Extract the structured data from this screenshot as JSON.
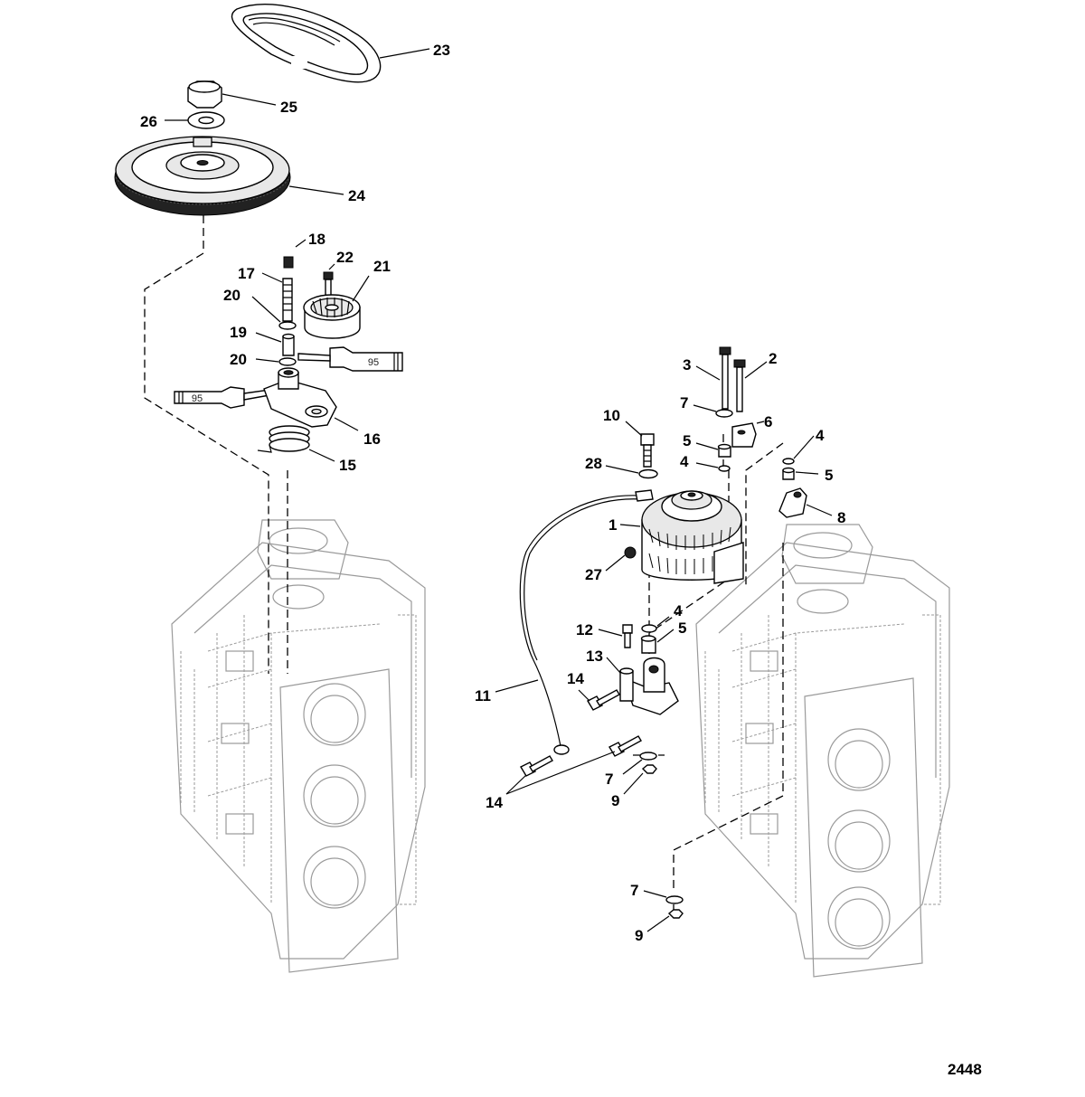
{
  "labels": {
    "l1": "1",
    "l2": "2",
    "l3": "3",
    "l4a": "4",
    "l4b": "4",
    "l4c": "4",
    "l5a": "5",
    "l5b": "5",
    "l5c": "5",
    "l6": "6",
    "l7a": "7",
    "l7b": "7",
    "l7c": "7",
    "l8": "8",
    "l9a": "9",
    "l9b": "9",
    "l10": "10",
    "l11": "11",
    "l12": "12",
    "l13": "13",
    "l14a": "14",
    "l14b": "14",
    "l15": "15",
    "l16": "16",
    "l17": "17",
    "l18": "18",
    "l19": "19",
    "l20a": "20",
    "l20b": "20",
    "l21": "21",
    "l22": "22",
    "l23": "23",
    "l24": "24",
    "l25": "25",
    "l26": "26",
    "l27": "27",
    "l28": "28"
  },
  "tubes": {
    "upper": "95",
    "lower": "95"
  },
  "reference": "2448"
}
